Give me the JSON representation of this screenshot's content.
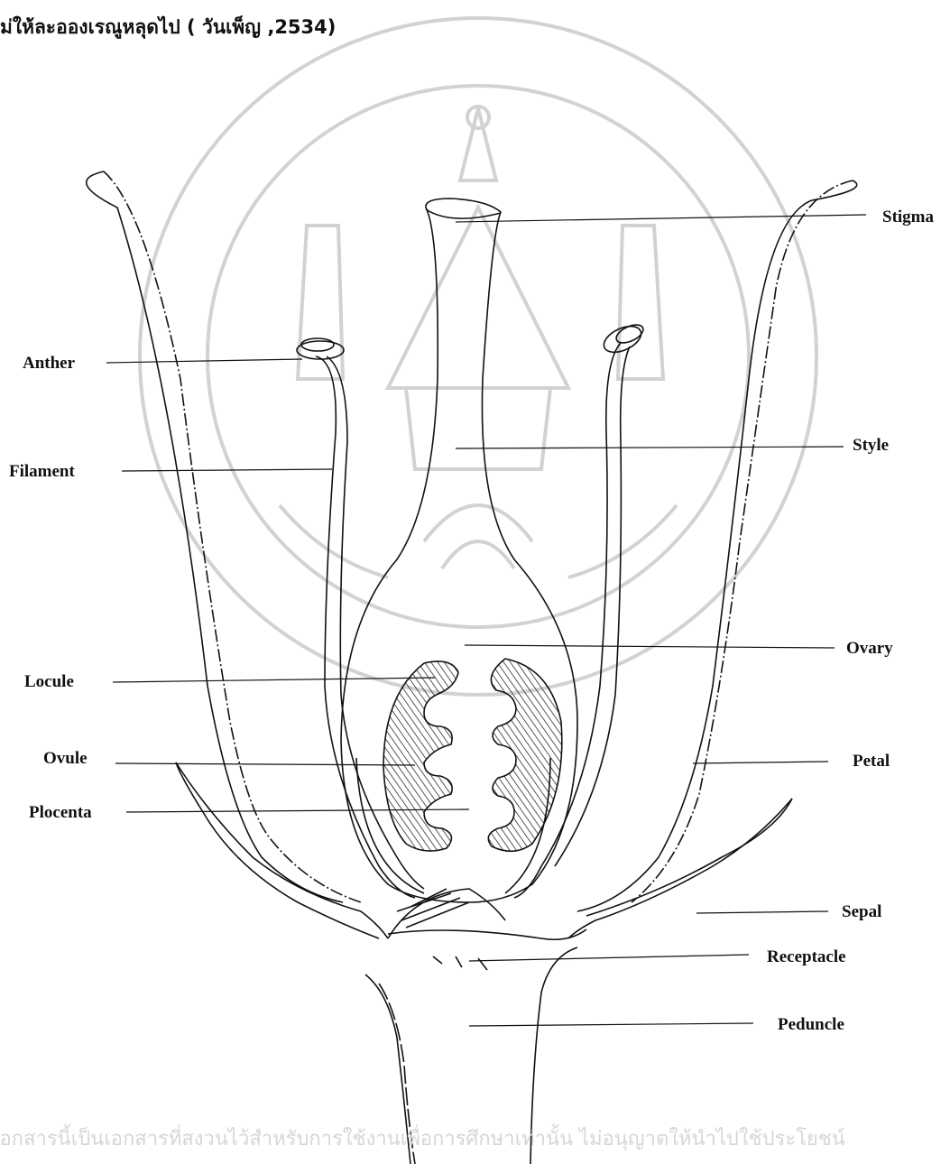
{
  "header": {
    "caption": "ม่ให้ละอองเรณูหลุดไป ( วันเพ็ญ ,2534)"
  },
  "labels": {
    "stigma": "Stigma",
    "anther": "Anther",
    "filament": "Filament",
    "style": "Style",
    "ovary": "Ovary",
    "locule": "Locule",
    "ovule": "Ovule",
    "plocenta": "Plocenta",
    "petal": "Petal",
    "sepal": "Sepal",
    "receptacle": "Receptacle",
    "peduncle": "Peduncle"
  },
  "watermark": {
    "footer_text": "เอกสารนี้เป็นเอกสารที่สงวนไว้สำหรับการใช้งานเพื่อการศึกษาเท่านั้น ไม่อนุญาตให้นำไปใช้ประโยชน์",
    "seal_color": "#cfcfcf"
  },
  "colors": {
    "ink": "#111111",
    "watermark": "#d0d0d0"
  }
}
